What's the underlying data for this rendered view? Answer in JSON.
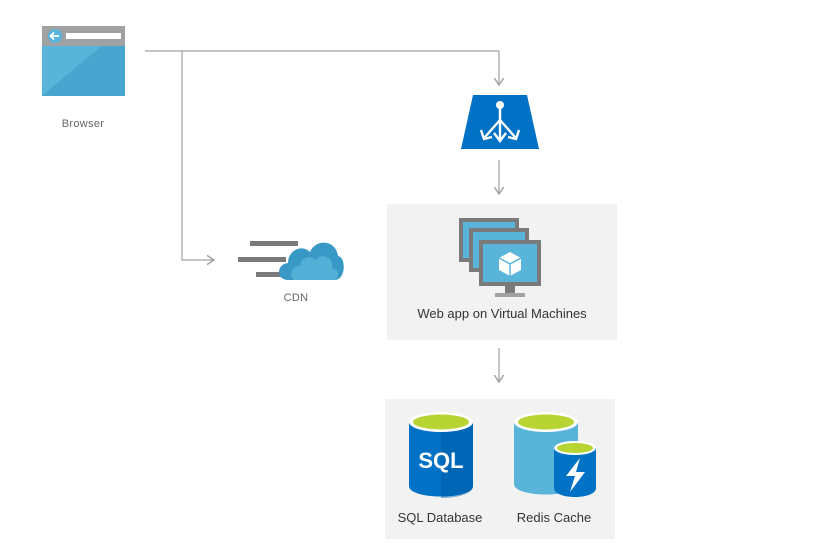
{
  "nodes": {
    "browser": {
      "label": "Browser",
      "icon": "browser-window-icon"
    },
    "load_balancer": {
      "label": "",
      "icon": "load-balancer-icon"
    },
    "cdn": {
      "label": "CDN",
      "icon": "cdn-cloud-icon"
    },
    "web_app": {
      "label": "Web app on Virtual Machines",
      "icon": "virtual-machines-icon"
    },
    "sql_database": {
      "label": "SQL Database",
      "icon": "sql-database-icon",
      "icon_text": "SQL"
    },
    "redis_cache": {
      "label": "Redis Cache",
      "icon": "redis-cache-icon"
    }
  },
  "edges": [
    {
      "from": "browser",
      "to": "load_balancer"
    },
    {
      "from": "browser",
      "to": "cdn"
    },
    {
      "from": "load_balancer",
      "to": "web_app"
    },
    {
      "from": "web_app",
      "to": "data_tier"
    }
  ],
  "colors": {
    "azure_blue": "#0072c6",
    "light_blue": "#59b4d9",
    "sql_top_green": "#b8d432",
    "panel_gray": "#f2f2f2",
    "connector_gray": "#a0a0a0"
  }
}
